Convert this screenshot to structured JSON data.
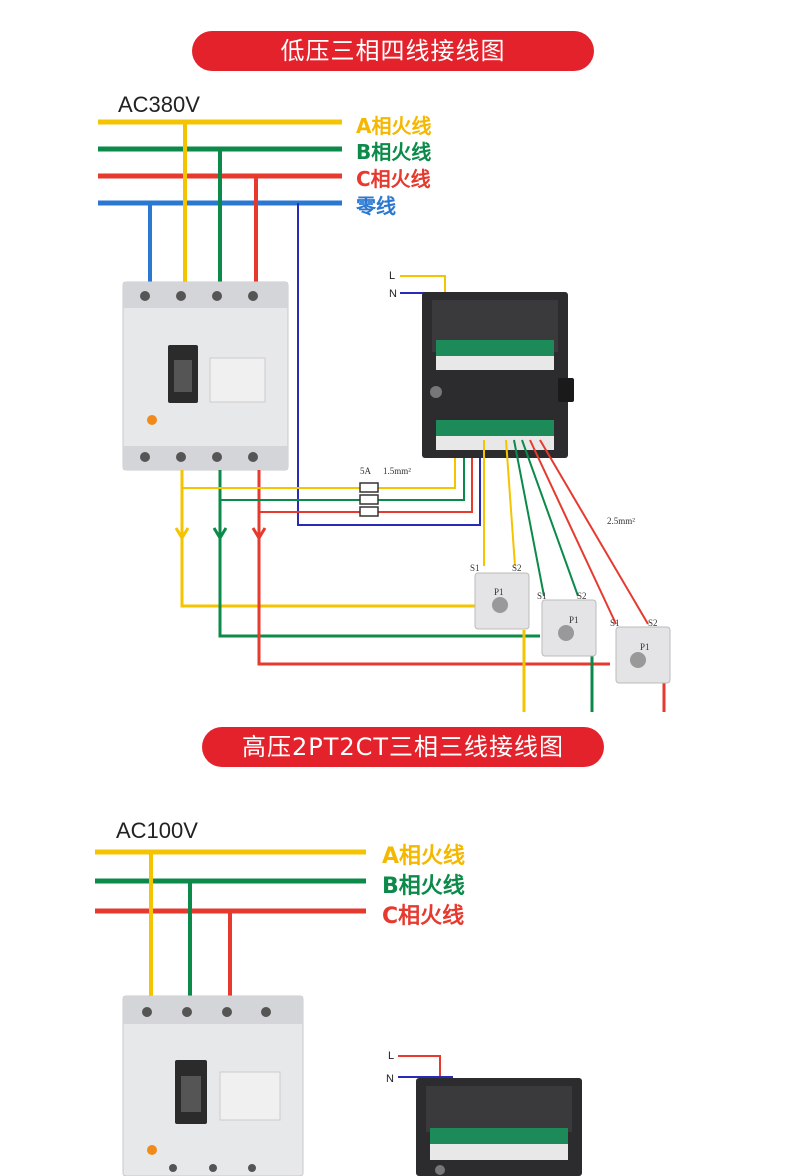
{
  "section1": {
    "title": "低压三相四线接线图",
    "voltage": "AC380V",
    "wires": {
      "a": "A相火线",
      "b": "B相火线",
      "c": "C相火线",
      "n": "零线"
    },
    "fuse_label": "5A",
    "wire_size_small": "1.5mm²",
    "wire_size_large": "2.5mm²",
    "meter_terminals": {
      "l": "L",
      "n": "N"
    },
    "ct_labels": {
      "s1": "S1",
      "s2": "S2",
      "p1": "P1"
    }
  },
  "section2": {
    "title": "高压2PT2CT三相三线接线图",
    "voltage": "AC100V",
    "wires": {
      "a": "A相火线",
      "b": "B相火线",
      "c": "C相火线"
    },
    "meter_terminals": {
      "l": "L",
      "n": "N"
    }
  },
  "colors": {
    "banner": "#e3222c",
    "phase_a": "#f5c400",
    "phase_b": "#0b8a4a",
    "phase_c": "#e63a2f",
    "neutral": "#2b78d2",
    "meter_wire_blue": "#2a2ab8"
  }
}
